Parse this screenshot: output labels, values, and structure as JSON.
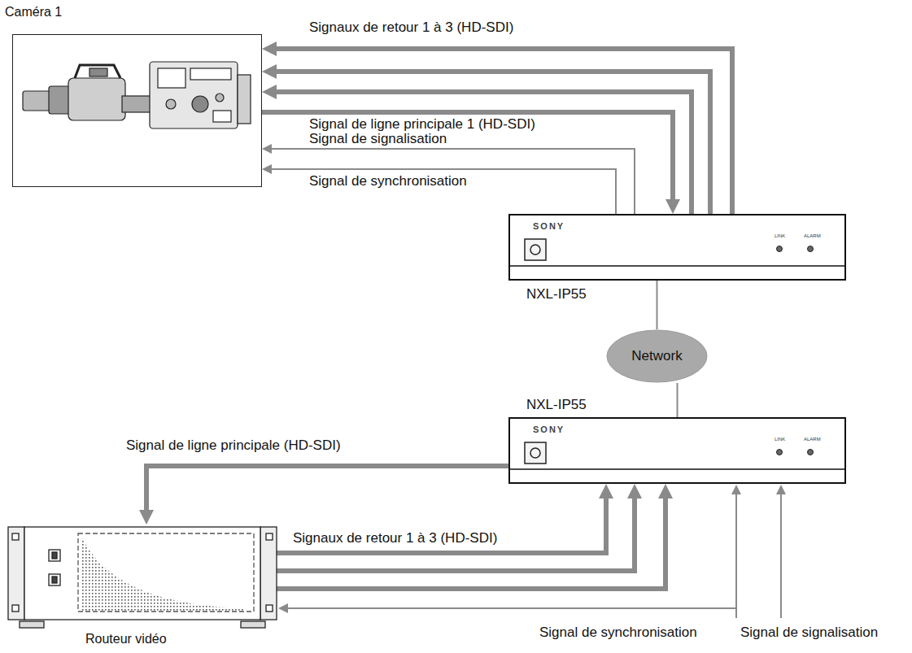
{
  "diagram": {
    "nodes": [
      {
        "text": [
          "Caméra 1"
        ]
      },
      {
        "text": [
          "SONY",
          "LINK",
          "ALARM",
          "NXL-IP55"
        ]
      },
      {
        "text": [
          "Network"
        ]
      },
      {
        "text": [
          "NXL-IP55",
          "SONY",
          "LINK",
          "ALARM"
        ]
      },
      {
        "text": [
          "Routeur vidéo"
        ]
      }
    ],
    "edges": [
      {
        "from": 1,
        "to": 0,
        "arrow": "to",
        "label": "Signaux de retour 1 à 3 (HD-SDI)"
      },
      {
        "from": 1,
        "to": 0,
        "arrow": "to"
      },
      {
        "from": 1,
        "to": 0,
        "arrow": "to"
      },
      {
        "from": 0,
        "to": 1,
        "arrow": "to",
        "label": "Signal de ligne principale 1 (HD-SDI)"
      },
      {
        "from": 1,
        "to": 0,
        "arrow": "to",
        "label": "Signal de signalisation"
      },
      {
        "from": 1,
        "to": 0,
        "arrow": "to",
        "label": "Signal de synchronisation"
      },
      {
        "from": 1,
        "to": 2,
        "arrow": "none"
      },
      {
        "from": 2,
        "to": 3,
        "arrow": "none"
      },
      {
        "from": 3,
        "to": 4,
        "arrow": "to",
        "label": "Signal de ligne principale (HD-SDI)"
      },
      {
        "from": 4,
        "to": 3,
        "arrow": "to",
        "label": "Signaux de retour 1 à 3 (HD-SDI)"
      },
      {
        "from": 4,
        "to": 3,
        "arrow": "to"
      },
      {
        "from": 4,
        "to": 3,
        "arrow": "to"
      }
    ],
    "labels": [
      "Signal de synchronisation",
      "Signal de signalisation"
    ]
  }
}
